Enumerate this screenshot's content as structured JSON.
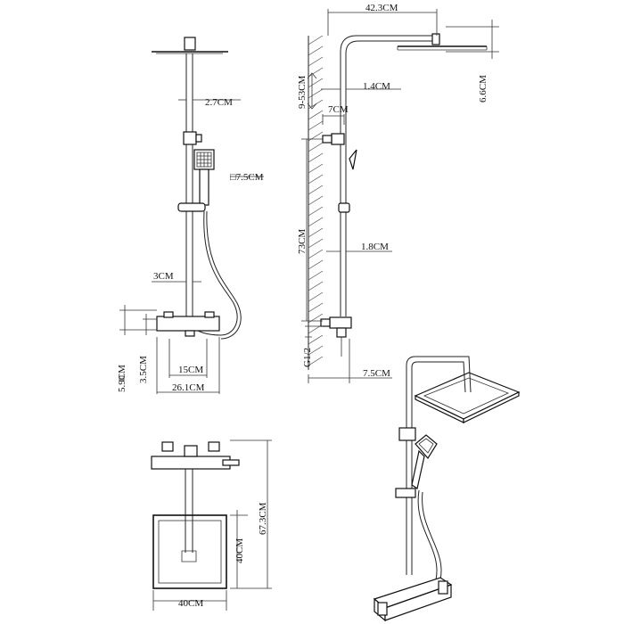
{
  "figure": {
    "front_view": {
      "labels": {
        "arm_dia": "2.7CM",
        "hand_shower": "□7.5CM",
        "pipe_dia": "3CM",
        "valve_h1": "5.9CM",
        "valve_h2": "3.5CM",
        "centers": "15CM",
        "valve_width": "26.1CM"
      }
    },
    "side_view": {
      "labels": {
        "arm_reach": "42.3CM",
        "head_thickness": "6.6CM",
        "adjust_range": "9-53CM",
        "wall_gap_top": "1.4CM",
        "bracket": "7CM",
        "height": "73CM",
        "rail_gap": "1.8CM",
        "inlet": "G1/2",
        "valve_depth": "7.5CM"
      }
    },
    "top_view": {
      "labels": {
        "total_depth": "67.3CM",
        "head_depth": "40CM",
        "head_width": "40CM"
      }
    }
  }
}
